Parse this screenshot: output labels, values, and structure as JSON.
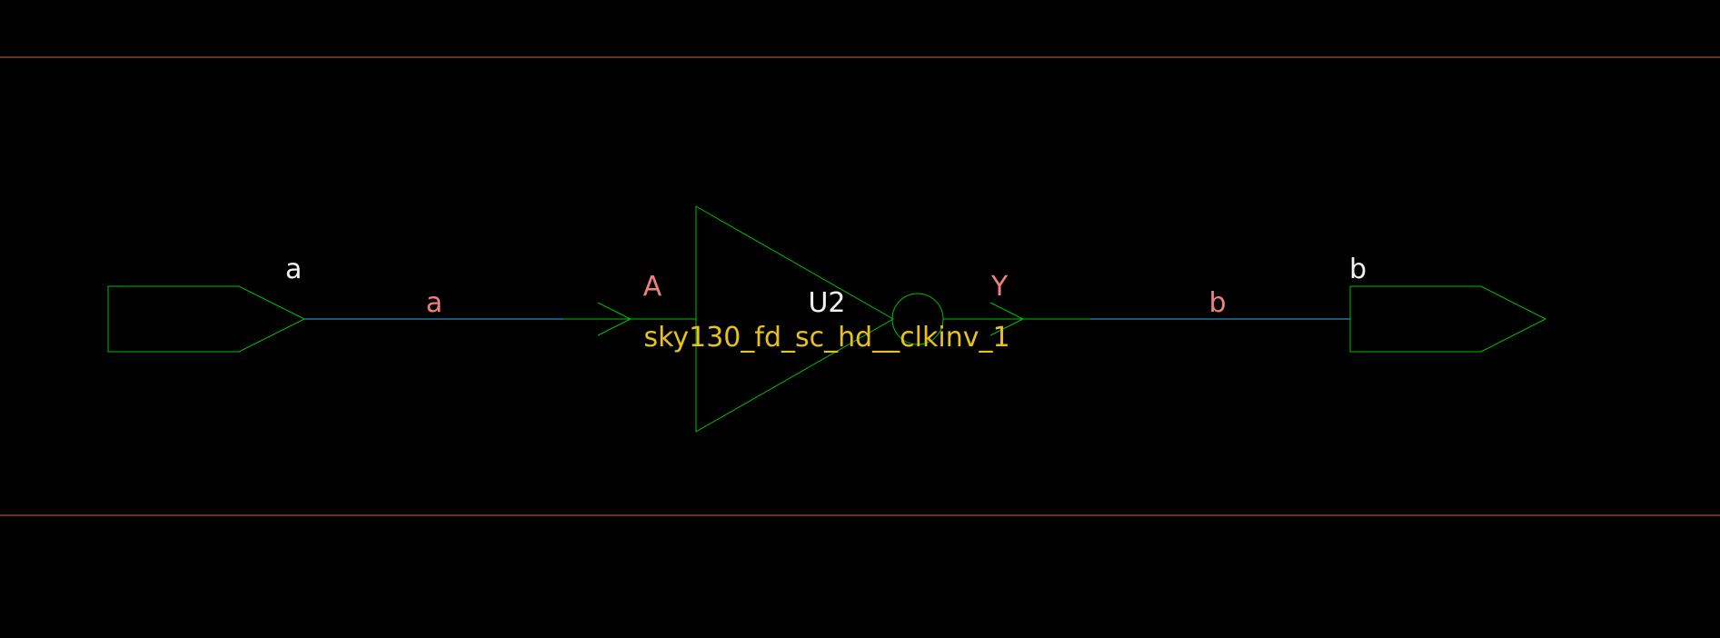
{
  "colors": {
    "background": "#000000",
    "border_line": "#d0663a",
    "symbol_stroke": "#00c000",
    "wire": "#1f8fbf",
    "port_label": "#f2f2f2",
    "pin_label": "#f08080",
    "instance_name": "#f2f2f2",
    "cell_type": "#e8c21a"
  },
  "schematic": {
    "input_port": {
      "label": "a",
      "icon": "input-port-pentagon-icon"
    },
    "output_port": {
      "label": "b",
      "icon": "output-port-pentagon-icon"
    },
    "nets": {
      "input_net": "a",
      "output_net": "b"
    },
    "cell": {
      "instance": "U2",
      "type": "sky130_fd_sc_hd__clkinv_1",
      "icon": "inverter-triangle-icon",
      "input_pin": "A",
      "output_pin": "Y"
    }
  }
}
